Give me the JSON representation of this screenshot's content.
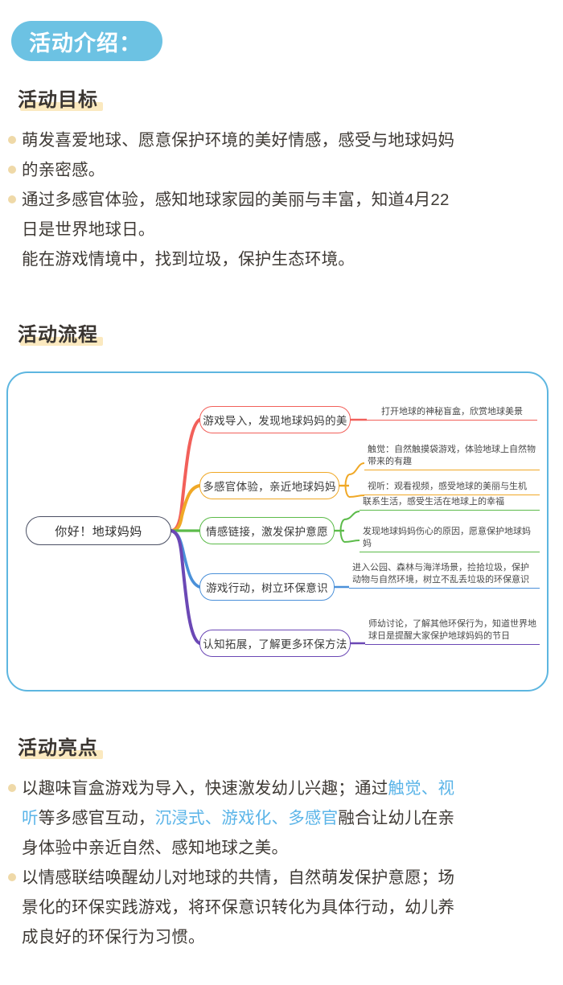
{
  "header": {
    "badge_label": "活动介绍："
  },
  "sections": [
    {
      "id": "objectives",
      "title": "活动目标",
      "items": [
        {
          "bullet": true,
          "text": "萌发喜爱地球、愿意保护环境的美好情感，感受与地球妈妈"
        },
        {
          "bullet": true,
          "text": "的亲密感。"
        },
        {
          "bullet": true,
          "text": "通过多感官体验，感知地球家园的美丽与丰富，知道4月22"
        },
        {
          "bullet": false,
          "text": "日是世界地球日。"
        },
        {
          "bullet": false,
          "text": "能在游戏情境中，找到垃圾，保护生态环境。"
        }
      ]
    },
    {
      "id": "flow",
      "title": "活动流程"
    },
    {
      "id": "highlights",
      "title": "活动亮点"
    }
  ],
  "mindmap": {
    "root_label": "你好！地球妈妈",
    "branches": [
      {
        "label": "游戏导入，发现地球妈妈的美",
        "color": "#f2605a",
        "leaves": [
          {
            "text": "打开地球的神秘盲盒，欣赏地球美景"
          }
        ]
      },
      {
        "label": "多感官体验，亲近地球妈妈",
        "color": "#f0a826",
        "leaves": [
          {
            "text": "触觉：自然触摸袋游戏，体验地球上自然物带来的有趣"
          },
          {
            "text": "视听：观看视频，感受地球的美丽与生机"
          }
        ]
      },
      {
        "label": "情感链接，激发保护意愿",
        "color": "#5cbb4a",
        "leaves": [
          {
            "text": "联系生活，感受生活在地球上的幸福"
          },
          {
            "text": "发现地球妈妈伤心的原因，愿意保护地球妈妈"
          }
        ]
      },
      {
        "label": "游戏行动，树立环保意识",
        "color": "#4a90d9",
        "leaves": [
          {
            "text": "进入公园、森林与海洋场景，捡拾垃圾，保护动物与自然环境，树立不乱丢垃圾的环保意识"
          }
        ]
      },
      {
        "label": "认知拓展，了解更多环保方法",
        "color": "#6b48b5",
        "leaves": [
          {
            "text": "师幼讨论，了解其他环保行为，知道世界地球日是提醒大家保护地球妈妈的节日"
          }
        ]
      }
    ]
  },
  "highlights": {
    "items": [
      {
        "bullet": true,
        "runs": [
          {
            "t": "以趣味盲盒游戏为导入，快速激发幼儿兴趣；通过",
            "hi": false
          },
          {
            "t": "触觉、视",
            "hi": true
          }
        ]
      },
      {
        "bullet": false,
        "runs": [
          {
            "t": "听",
            "hi": true
          },
          {
            "t": "等多感官互动，",
            "hi": false
          },
          {
            "t": "沉浸式、游戏化、多感官",
            "hi": true
          },
          {
            "t": "融合让幼儿在亲",
            "hi": false
          }
        ]
      },
      {
        "bullet": false,
        "runs": [
          {
            "t": "身体验中亲近自然、感知地球之美。",
            "hi": false
          }
        ]
      },
      {
        "bullet": true,
        "runs": [
          {
            "t": "以情感联结唤醒幼儿对地球的共情，自然萌发保护意愿；场",
            "hi": false
          }
        ]
      },
      {
        "bullet": false,
        "runs": [
          {
            "t": "景化的环保实践游戏，将环保意识转化为具体行动，幼儿养",
            "hi": false
          }
        ]
      },
      {
        "bullet": false,
        "runs": [
          {
            "t": "成良好的环保行为习惯。",
            "hi": false
          }
        ]
      }
    ]
  },
  "colors": {
    "badge_bg": "#6cc2e3",
    "heading_highlight": "#fbe9bf",
    "bullet": "#efd9a8",
    "accent_blue": "#5ab4e8",
    "map_border": "#5db6e0"
  }
}
